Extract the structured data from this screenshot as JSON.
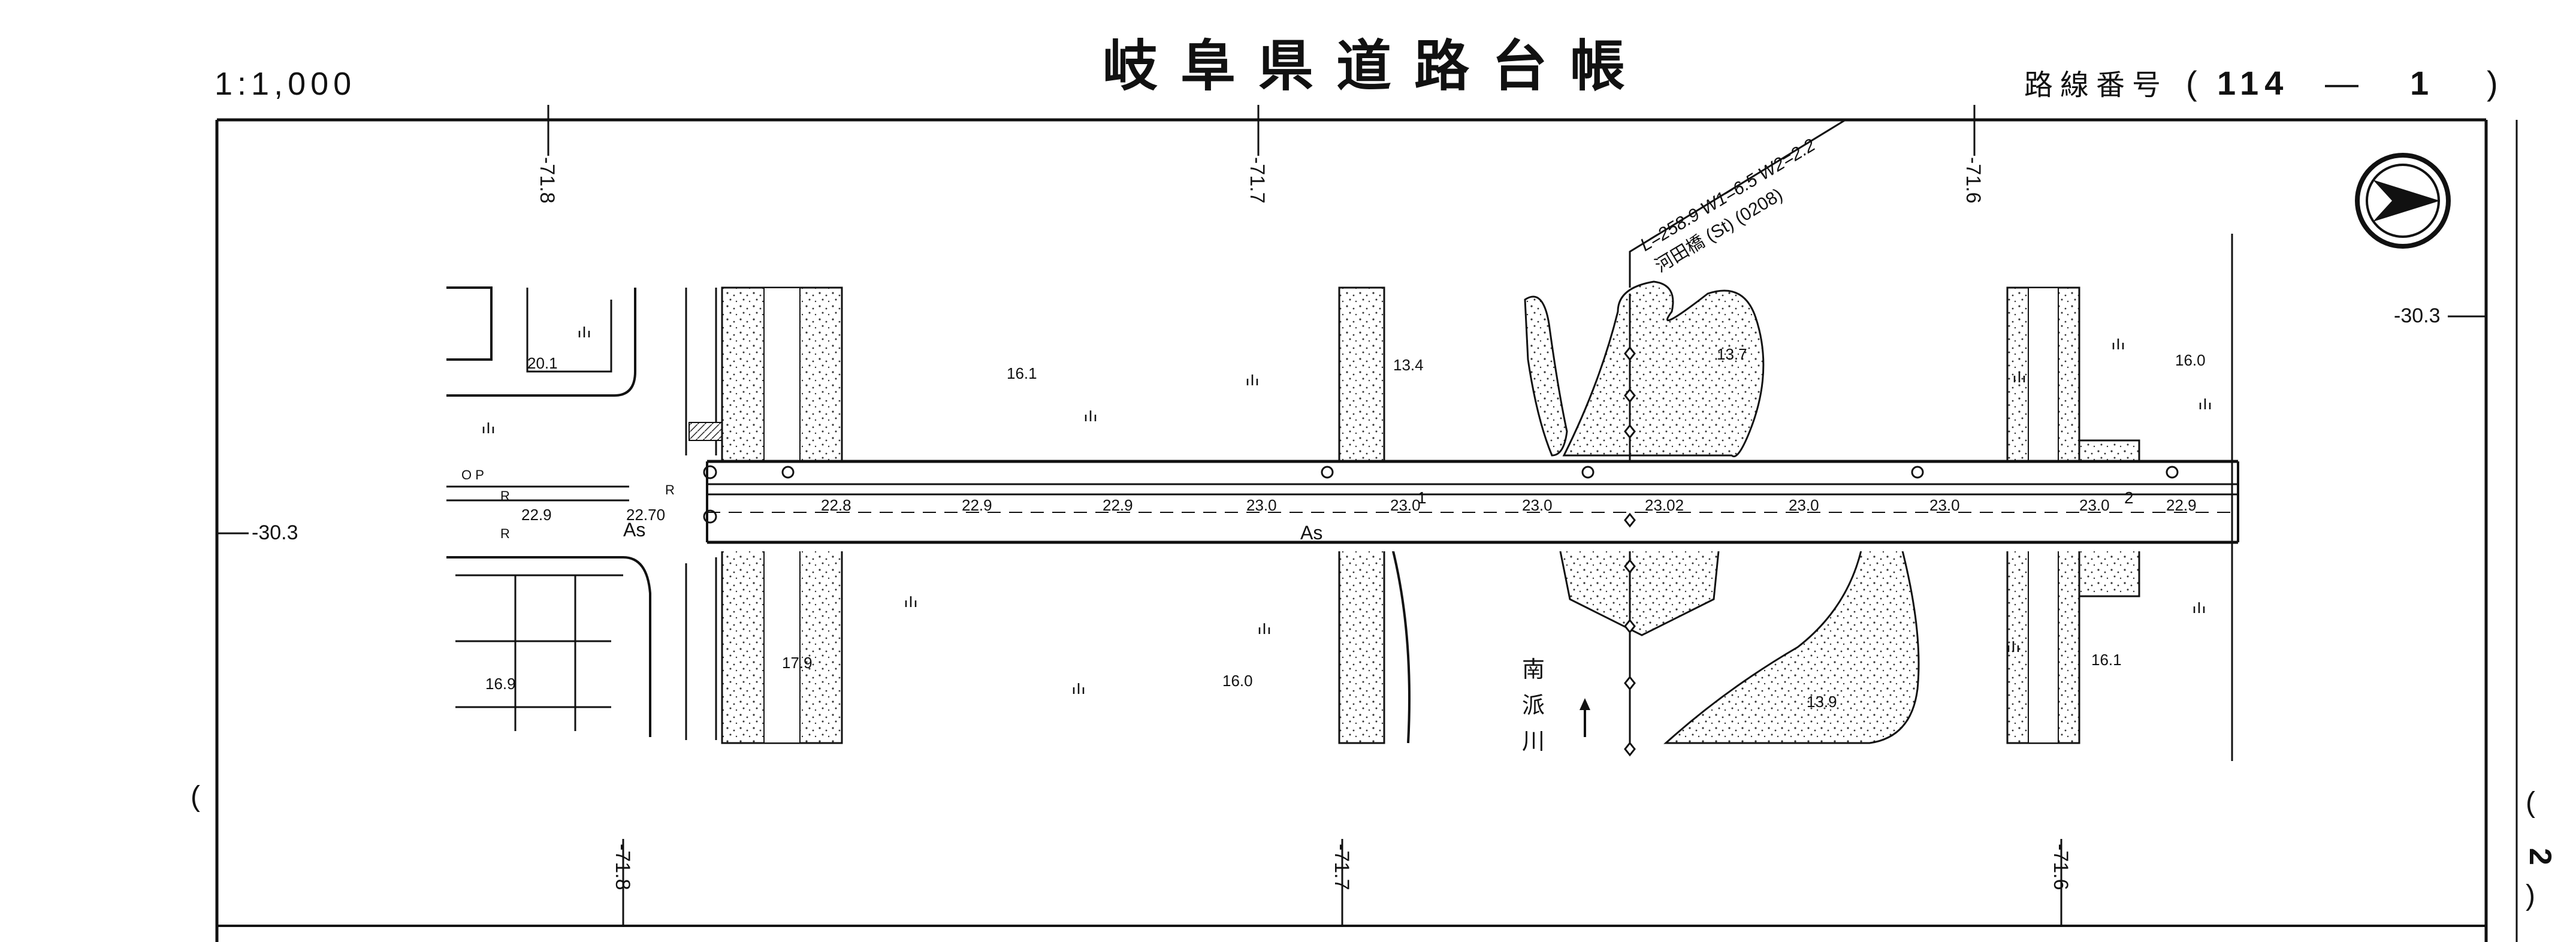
{
  "header": {
    "scale": "1:1,000",
    "title": "岐阜県道路台帳",
    "route_label": "路線番号",
    "route_open": "(",
    "route_major": "114",
    "route_dash": "—",
    "route_minor": "1",
    "route_close": ")"
  },
  "grid": {
    "top": [
      "-71.8",
      "-71.7",
      "-71.6"
    ],
    "bottom": [
      "-71.8",
      "-71.7",
      "-71.6"
    ],
    "left": "-30.3",
    "right": "-30.3"
  },
  "bridge": {
    "spec": "L=258.9  W1=6.5  W2=2.2",
    "name": "河田橋 (St) (0208)"
  },
  "river": {
    "c1": "南",
    "c2": "派",
    "c3": "川"
  },
  "road": {
    "surface_main": "As",
    "surface_left": "As",
    "elev_left": "22.9",
    "elev_junction": "22.70",
    "elevations": [
      "22.8",
      "22.9",
      "22.9",
      "23.0",
      "23.0",
      "23.0",
      "23.02",
      "23.0",
      "23.0",
      "23.0",
      "22.9"
    ],
    "marker1": "1",
    "marker2": "2"
  },
  "spot_heights": {
    "h20_1": "20.1",
    "h16_1a": "16.1",
    "h13_4": "13.4",
    "h13_7": "13.7",
    "h16_0a": "16.0",
    "h16_9": "16.9",
    "h17_9": "17.9",
    "h16_0b": "16.0",
    "h13_9": "13.9",
    "h16_1b": "16.1"
  },
  "symbols": {
    "op": "O P",
    "r1": "R",
    "r2": "R",
    "r3": "R"
  },
  "sheet": {
    "page_number": "2",
    "paren_open": "(",
    "paren_close": ")"
  }
}
